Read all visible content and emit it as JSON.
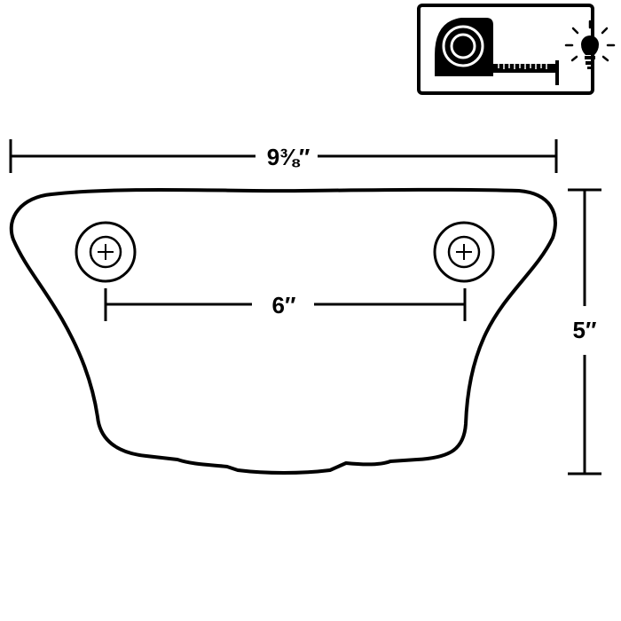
{
  "dimensions": {
    "width_label": "9⅜″",
    "height_label": "5″",
    "hole_spacing_label": "6″"
  },
  "icons": {
    "badge": "tape-measure-icon",
    "tip": "lightbulb-icon"
  },
  "colors": {
    "stroke": "#000000",
    "background": "#ffffff"
  }
}
